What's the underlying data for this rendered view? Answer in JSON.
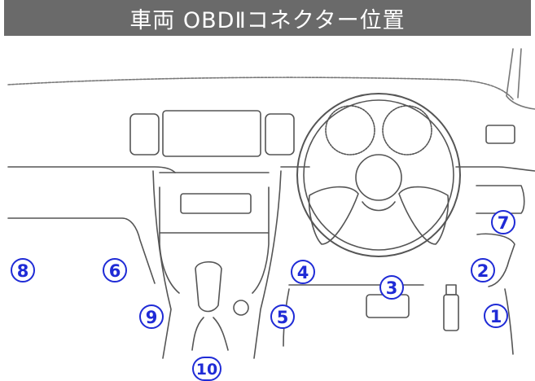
{
  "title": "車両 OBDⅡコネクター位置",
  "colors": {
    "title_bg": "#6a6a6a",
    "marker": "#1f2bd6",
    "line": "#555555"
  },
  "markers": [
    {
      "id": "1",
      "label": "1"
    },
    {
      "id": "2",
      "label": "2"
    },
    {
      "id": "3",
      "label": "3"
    },
    {
      "id": "4",
      "label": "4"
    },
    {
      "id": "5",
      "label": "5"
    },
    {
      "id": "6",
      "label": "6"
    },
    {
      "id": "7",
      "label": "7"
    },
    {
      "id": "8",
      "label": "8"
    },
    {
      "id": "9",
      "label": "9"
    },
    {
      "id": "10",
      "label": "10"
    }
  ]
}
